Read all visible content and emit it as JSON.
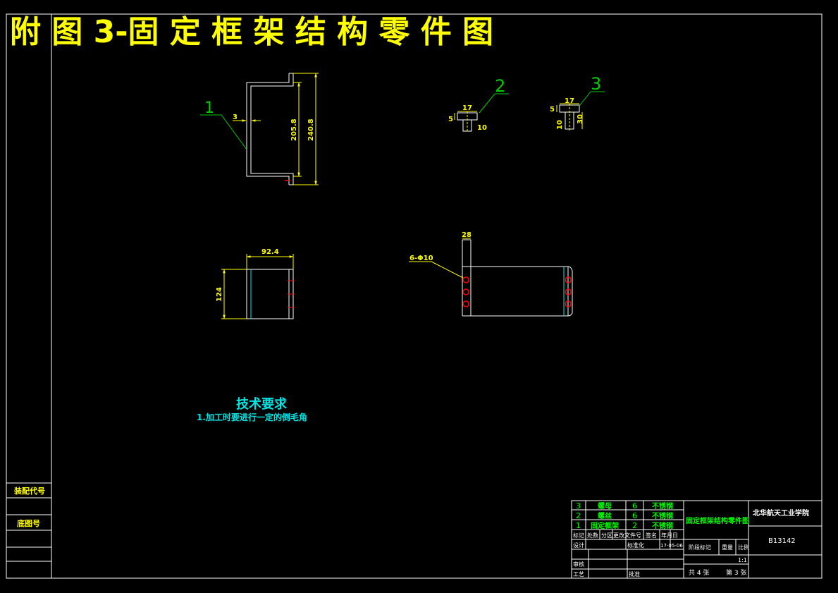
{
  "title": "附 图 3-固 定 框 架 结 构 零 件 图",
  "parts": {
    "p1": {
      "callout": "1",
      "dim_thickness": "3",
      "dim_inner": "205.8",
      "dim_outer": "240.8"
    },
    "p2": {
      "callout": "2",
      "dim_width": "17",
      "dim_height": "5",
      "dim_inner": "10"
    },
    "p3": {
      "callout": "3",
      "dim_width": "17",
      "dim_head": "5",
      "dim_shank": "10",
      "dim_length": "30"
    },
    "front": {
      "dim_width": "92.4",
      "dim_height": "124"
    },
    "top": {
      "dim_flange": "28",
      "hole_callout": "6-Φ10"
    }
  },
  "tech_req": {
    "heading": "技术要求",
    "item1": "1.加工时要进行一定的倒毛角"
  },
  "left_strip": {
    "assembly_code": "装配代号",
    "base_no": "底图号"
  },
  "bom": [
    {
      "no": "3",
      "name": "螺母",
      "qty": "6",
      "material": "不锈钢"
    },
    {
      "no": "2",
      "name": "螺丝",
      "qty": "6",
      "material": "不锈钢"
    },
    {
      "no": "1",
      "name": "固定框架",
      "qty": "2",
      "material": "不锈钢"
    }
  ],
  "titleblock": {
    "drawing_name": "固定框架结构零件图",
    "school": "北华航天工业学院",
    "drawing_no": "B13142",
    "h_mark": "标记",
    "h_count": "处数",
    "h_zone": "分区",
    "h_docno": "更改文件号",
    "h_sign": "签名",
    "h_date": "年月日",
    "design": "设计",
    "standard": "标准化",
    "date": "17-05-06",
    "stage": "阶段标记",
    "weight": "重量",
    "scale_label": "比例",
    "scale": "1:1",
    "review": "审核",
    "process": "工艺",
    "approve": "批准",
    "total": "共 4 张",
    "sheet": "第 3 张"
  },
  "colors": {
    "frame": "#ffffff",
    "title": "#ffff00",
    "dim": "#ffff00",
    "leader": "#00cc00",
    "text": "#00e5e5",
    "hole": "#ff0000",
    "bom": "#00ff00"
  }
}
